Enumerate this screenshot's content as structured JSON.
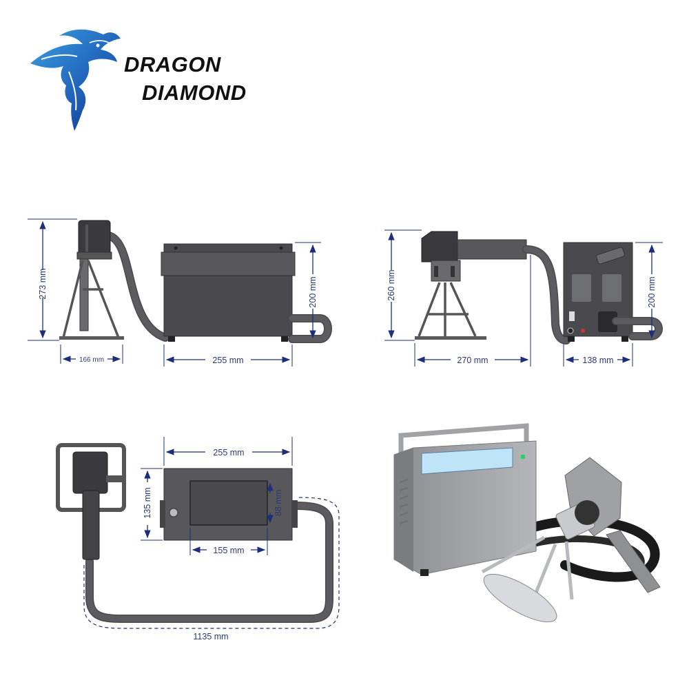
{
  "brand": {
    "line1": "DRAGON",
    "line2": "DIAMOND",
    "logo_icon": "dragon-logo-icon",
    "logo_colors": [
      "#1f5fb8",
      "#3aa0e0",
      "#0b2f7a"
    ]
  },
  "colors": {
    "dimension": "#1d2f7a",
    "device_body": "#4a4a4e",
    "device_gray": "#9a9ca0",
    "screen": "#bfe3f7"
  },
  "views": {
    "front": {
      "height_label": "273 mm",
      "stand_width_label": "166 mm",
      "box_width_label": "255 mm",
      "box_height_label": "200 mm"
    },
    "side": {
      "height_label": "260 mm",
      "arm_length_label": "270 mm",
      "box_depth_label": "138 mm",
      "box_height_label": "200 mm"
    },
    "top": {
      "box_width_label": "255 mm",
      "box_depth_label": "135 mm",
      "screen_width_label": "155 mm",
      "screen_height_label": "88 mm",
      "cable_length_label": "1135 mm"
    },
    "photo": {
      "description_icon": "laser-marker-photo"
    }
  }
}
